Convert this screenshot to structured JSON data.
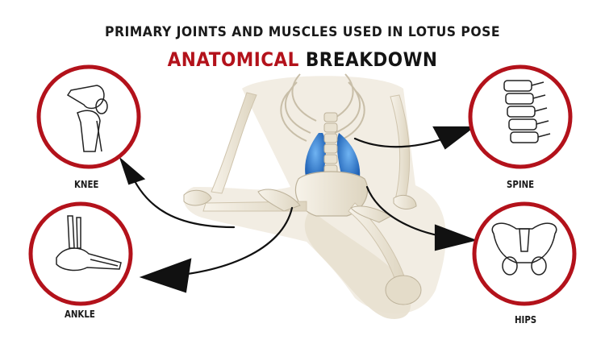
{
  "header": {
    "line1": "PRIMARY JOINTS AND MUSCLES USED IN LOTUS POSE",
    "accent": "ANATOMICAL",
    "rest": "BREAKDOWN"
  },
  "labels": {
    "knee": "KNEE",
    "ankle": "ANKLE",
    "spine": "SPINE",
    "hips": "HIPS"
  },
  "colors": {
    "accent": "#b3121b",
    "circle_border": "#b3121b",
    "muscle_blue": "#2f7fd6",
    "bone": "#ece6d6",
    "arrow": "#111111"
  }
}
